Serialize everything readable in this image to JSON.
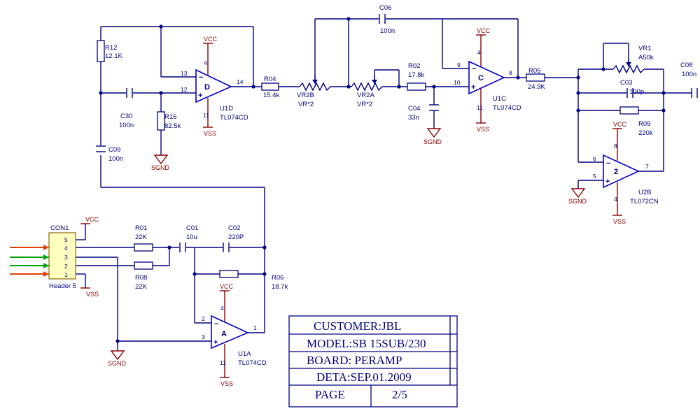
{
  "op_amps": {
    "u1d": {
      "ref": "U1D",
      "part": "TL074CD",
      "unit": "D",
      "pin_inv": "13",
      "pin_noninv": "12",
      "pin_out": "14",
      "pin_vcc": "4",
      "pin_vss": "11"
    },
    "u1c": {
      "ref": "U1C",
      "part": "TL074CD",
      "unit": "C",
      "pin_inv": "9",
      "pin_noninv": "10",
      "pin_out": "8",
      "pin_vcc": "4",
      "pin_vss": "11"
    },
    "u1a": {
      "ref": "U1A",
      "part": "TL074CD",
      "unit": "A",
      "pin_inv": "2",
      "pin_noninv": "3",
      "pin_out": "1",
      "pin_vcc": "4",
      "pin_vss": "11"
    },
    "u2b": {
      "ref": "U2B",
      "part": "TL072CN",
      "unit": "2",
      "pin_inv": "6",
      "pin_noninv": "5",
      "pin_out": "7",
      "pin_vcc": "8",
      "pin_vss": "4"
    }
  },
  "resistors": {
    "r12": {
      "ref": "R12",
      "value": "12.1K"
    },
    "r16": {
      "ref": "R16",
      "value": "82.5k"
    },
    "r04": {
      "ref": "R04",
      "value": "15.4k"
    },
    "r02": {
      "ref": "R02",
      "value": "17.8k"
    },
    "r05": {
      "ref": "R05",
      "value": "24.9K"
    },
    "r09": {
      "ref": "R09",
      "value": "220k"
    },
    "r01": {
      "ref": "R01",
      "value": "22K"
    },
    "r08": {
      "ref": "R08",
      "value": "22K"
    },
    "r06": {
      "ref": "R06",
      "value": "18.7k"
    }
  },
  "capacitors": {
    "c30": {
      "ref": "C30",
      "value": "100n"
    },
    "c09": {
      "ref": "C09",
      "value": "100n"
    },
    "c06": {
      "ref": "C06",
      "value": "100n"
    },
    "c04": {
      "ref": "C04",
      "value": "33n"
    },
    "c03": {
      "ref": "C03",
      "value": "100p"
    },
    "c08": {
      "ref": "C08",
      "value": "100n"
    },
    "c01": {
      "ref": "C01",
      "value": "10u"
    },
    "c02": {
      "ref": "C02",
      "value": "220P"
    }
  },
  "pots": {
    "vr2b": {
      "ref": "VR2B",
      "value": "VR*2"
    },
    "vr2a": {
      "ref": "VR2A",
      "value": "VR*2"
    },
    "vr1": {
      "ref": "VR1",
      "value": "A50k"
    }
  },
  "connector": {
    "ref": "CON1",
    "name": "Header 5",
    "pins": [
      "5",
      "4",
      "3",
      "2",
      "1"
    ]
  },
  "power": {
    "vcc": "VCC",
    "vss": "VSS",
    "sgnd": "SGND"
  },
  "title_block": {
    "customer": "CUSTOMER:JBL",
    "model": "MODEL:SB 15SUB/230",
    "board": "BOARD: PERAMP",
    "date": "DETA:SEP.01.2009",
    "page_label": "PAGE",
    "page_value": "2/5"
  },
  "colors": {
    "wire": "#000080",
    "symbol": "#0000cc",
    "power": "#8b0000",
    "connector_fill": "#ffffc0",
    "arrow_red": "#e04000",
    "arrow_green": "#00a000",
    "background": "#ffffff"
  }
}
